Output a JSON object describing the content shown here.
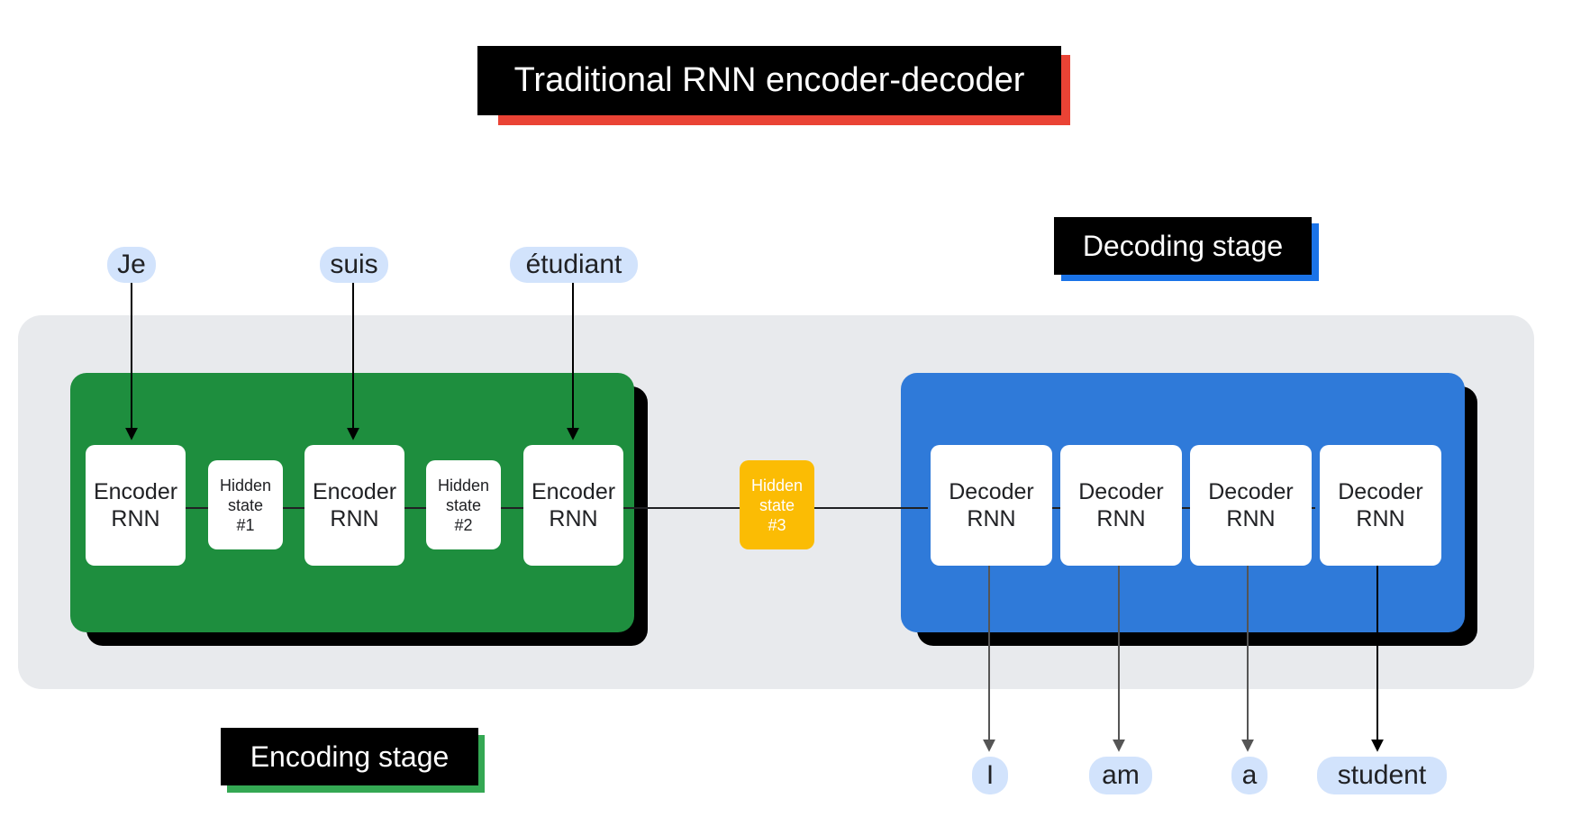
{
  "title": "Traditional RNN encoder-decoder",
  "encoding_label": "Encoding stage",
  "decoding_label": "Decoding stage",
  "inputs": [
    "Je",
    "suis",
    "étudiant"
  ],
  "encoder": {
    "line1": "Encoder",
    "line2": "RNN"
  },
  "hidden_states": [
    {
      "line1": "Hidden",
      "line2": "state",
      "line3": "#1"
    },
    {
      "line1": "Hidden",
      "line2": "state",
      "line3": "#2"
    },
    {
      "line1": "Hidden",
      "line2": "state",
      "line3": "#3"
    }
  ],
  "decoder": {
    "line1": "Decoder",
    "line2": "RNN"
  },
  "outputs": [
    "I",
    "am",
    "a",
    "student"
  ],
  "colors": {
    "encoder_block": "#1e8e3e",
    "decoder_block": "#2f7ad9",
    "hidden_state_3": "#fbbc04",
    "title_accent": "#ea4335",
    "decoding_accent": "#1a73e8",
    "encoding_accent": "#34a853",
    "background_panel": "#e8eaed",
    "pill": "#d2e3fc"
  }
}
